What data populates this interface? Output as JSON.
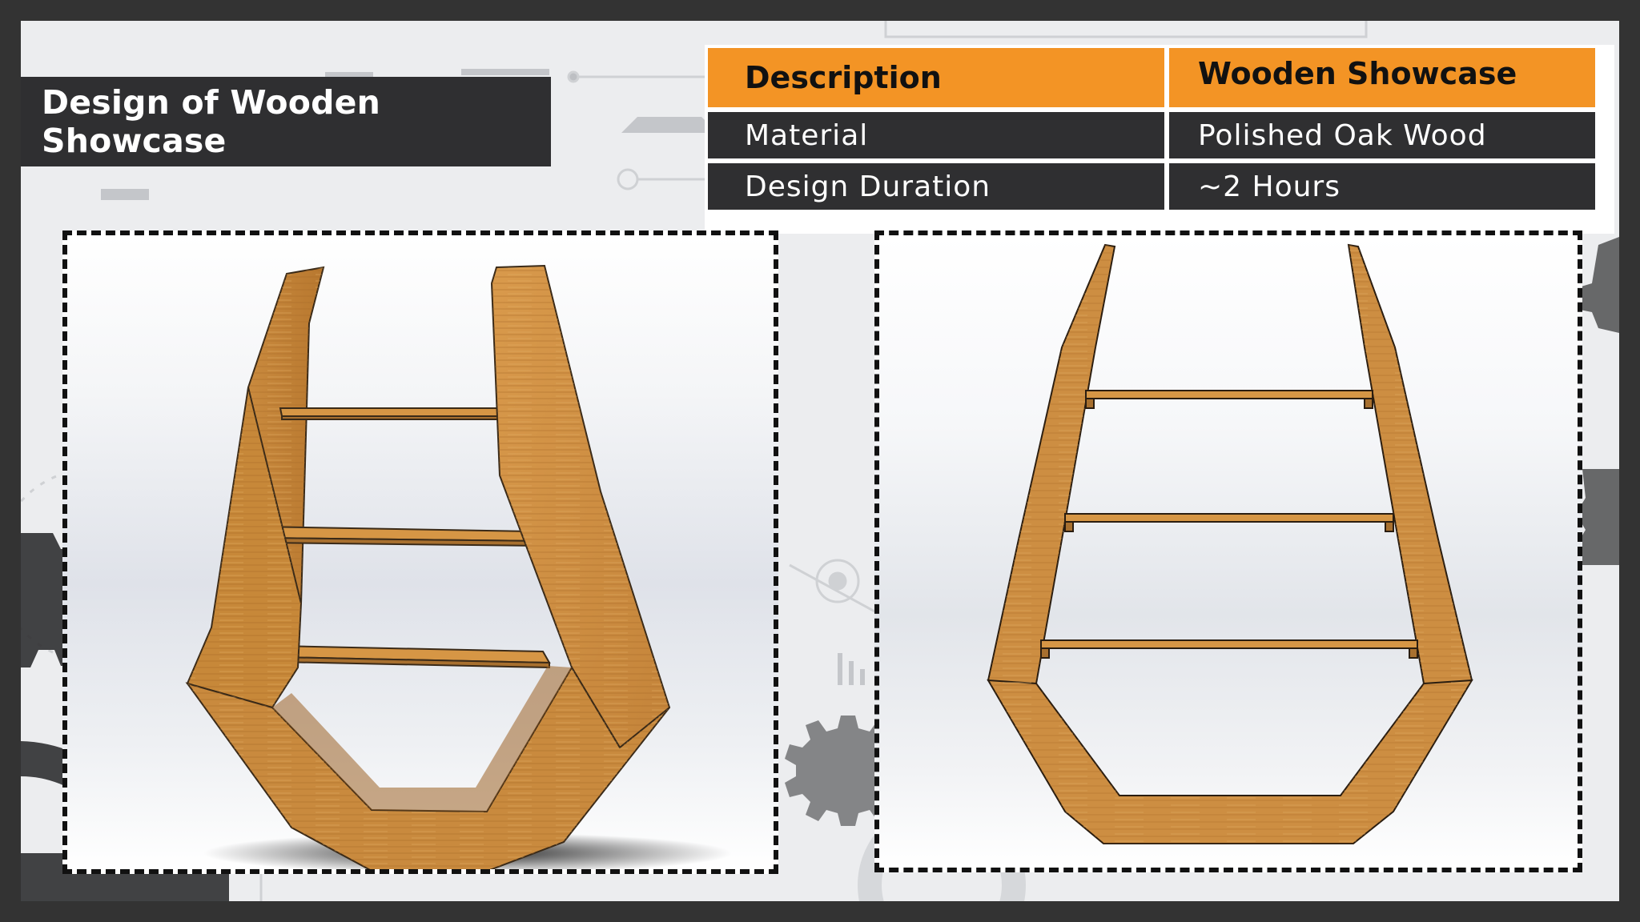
{
  "slide": {
    "title": "Design of Wooden Showcase"
  },
  "spec_table": {
    "header": {
      "left": "Description",
      "right": "Wooden Showcase"
    },
    "rows": [
      {
        "label": "Material",
        "value": "Polished Oak Wood"
      },
      {
        "label": "Design Duration",
        "value": "~2 Hours"
      }
    ]
  },
  "colors": {
    "accent": "#f39425",
    "dark": "#2f2f31",
    "wood": "#c98a3e"
  },
  "images": [
    {
      "name": "showcase-isometric-render"
    },
    {
      "name": "showcase-front-render"
    }
  ]
}
